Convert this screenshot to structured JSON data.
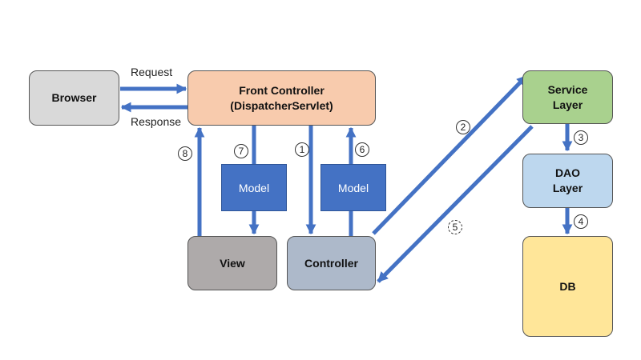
{
  "nodes": {
    "browser": {
      "label": "Browser"
    },
    "front_controller": {
      "line1": "Front Controller",
      "line2": "(DispatcherServlet)"
    },
    "service": {
      "line1": "Service",
      "line2": "Layer"
    },
    "dao": {
      "line1": "DAO",
      "line2": "Layer"
    },
    "db": {
      "label": "DB"
    },
    "view": {
      "label": "View"
    },
    "controller": {
      "label": "Controller"
    },
    "model_left": {
      "label": "Model"
    },
    "model_right": {
      "label": "Model"
    }
  },
  "edges": {
    "request": "Request",
    "response": "Response"
  },
  "steps": {
    "s1": "1",
    "s2": "2",
    "s3": "3",
    "s4": "4",
    "s5": "5",
    "s6": "6",
    "s7": "7",
    "s8": "8"
  },
  "colors": {
    "arrow": "#4472c4",
    "browser": "#d9d9d9",
    "front_controller": "#f8cbad",
    "service": "#a9d18e",
    "dao": "#bdd7ee",
    "db": "#ffe699",
    "view": "#aeaaaa",
    "controller": "#adb9ca",
    "model": "#4472c4"
  }
}
